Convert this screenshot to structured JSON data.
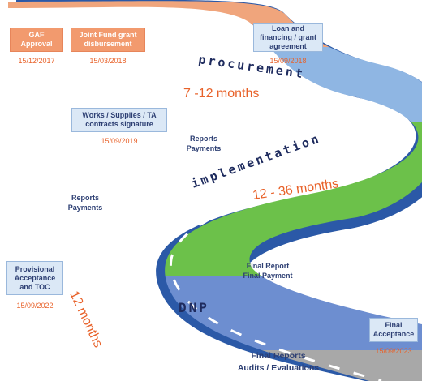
{
  "phases": {
    "procurement": {
      "label": "procurement",
      "duration": "7 -12 months"
    },
    "implementation": {
      "label": "implementation",
      "duration": "12 - 36 months"
    },
    "dnp": {
      "label": "DNP",
      "duration": "12 months"
    },
    "final": {
      "line1": "Final Reports",
      "line2": "Audits / Evaluations"
    }
  },
  "milestones": {
    "gaf": {
      "label": "GAF Approval",
      "date": "15/12/2017"
    },
    "joint_fund": {
      "label": "Joint Fund grant disbursement",
      "date": "15/03/2018"
    },
    "loan": {
      "label": "Loan and financing / grant agreement",
      "date": "15/09/2018"
    },
    "works": {
      "label": "Works / Supplies / TA contracts signature",
      "date": "15/09/2019"
    },
    "provisional": {
      "label": "Provisional Acceptance and TOC",
      "date": "15/09/2022"
    },
    "final_acceptance": {
      "label": "Final Acceptance",
      "date": "15/09/2023"
    }
  },
  "notes": {
    "reports_right": {
      "line1": "Reports",
      "line2": "Payments"
    },
    "reports_left": {
      "line1": "Reports",
      "line2": "Payments"
    },
    "final_report": {
      "line1": "Final Report",
      "line2": "Final Payment"
    }
  },
  "colors": {
    "procurement": "#8fb6e3",
    "initial": "#f0a57c",
    "implementation": "#6cc14a",
    "dnp": "#6d8ed0",
    "final": "#a8a8a8",
    "edge": "#2b59a7",
    "accent": "#e8622a"
  }
}
